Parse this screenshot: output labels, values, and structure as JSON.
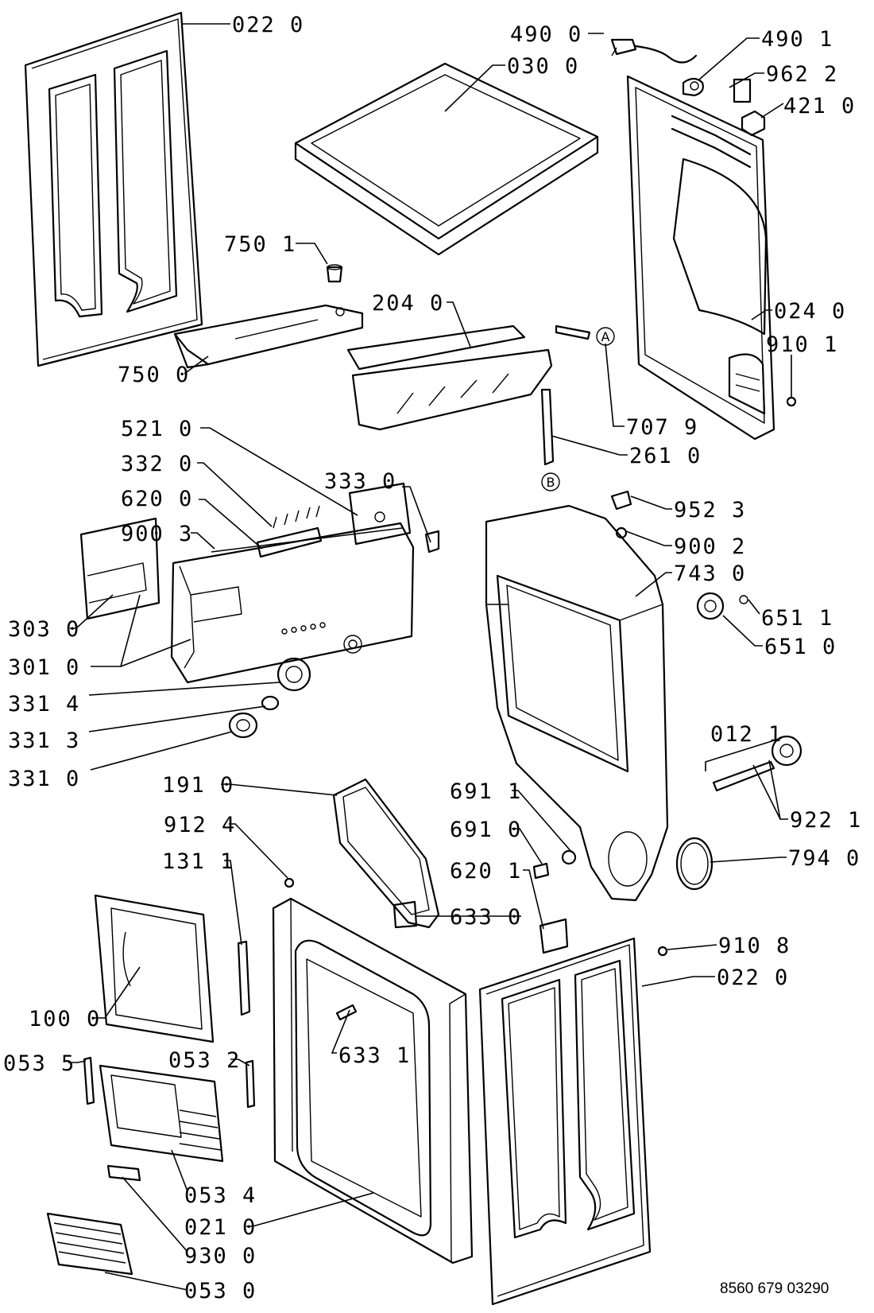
{
  "diagram": {
    "labels": {
      "l_022_top": "022 0",
      "l_030": "030 0",
      "l_490_0": "490 0",
      "l_490_1": "490 1",
      "l_962": "962 2",
      "l_421": "421 0",
      "l_750_1": "750 1",
      "l_204": "204 0",
      "l_024": "024 0",
      "l_910_1": "910 1",
      "l_750_0": "750 0",
      "l_707": "707 9",
      "l_521": "521 0",
      "l_261": "261 0",
      "l_332": "332 0",
      "l_333": "333 0",
      "l_620_0": "620 0",
      "l_952": "952 3",
      "l_900_3": "900 3",
      "l_900_2": "900 2",
      "l_743": "743 0",
      "l_651_1": "651 1",
      "l_303": "303 0",
      "l_651_0": "651 0",
      "l_301": "301 0",
      "l_331_4": "331 4",
      "l_012": "012 1",
      "l_331_3": "331 3",
      "l_331_0": "331 0",
      "l_922": "922 1",
      "l_191": "191 0",
      "l_691_1": "691 1",
      "l_912": "912 4",
      "l_691_0": "691 0",
      "l_794": "794 0",
      "l_131": "131 1",
      "l_620_1": "620 1",
      "l_633_0": "633 0",
      "l_910_8": "910 8",
      "l_022_bot": "022 0",
      "l_100": "100 0",
      "l_633_1": "633 1",
      "l_053_5": "053 5",
      "l_053_2": "053 2",
      "l_053_4": "053 4",
      "l_021": "021 0",
      "l_930": "930 0",
      "l_053_0": "053 0"
    },
    "markers": {
      "a": "A",
      "b": "B"
    },
    "document_number": "8560 679 03290"
  }
}
